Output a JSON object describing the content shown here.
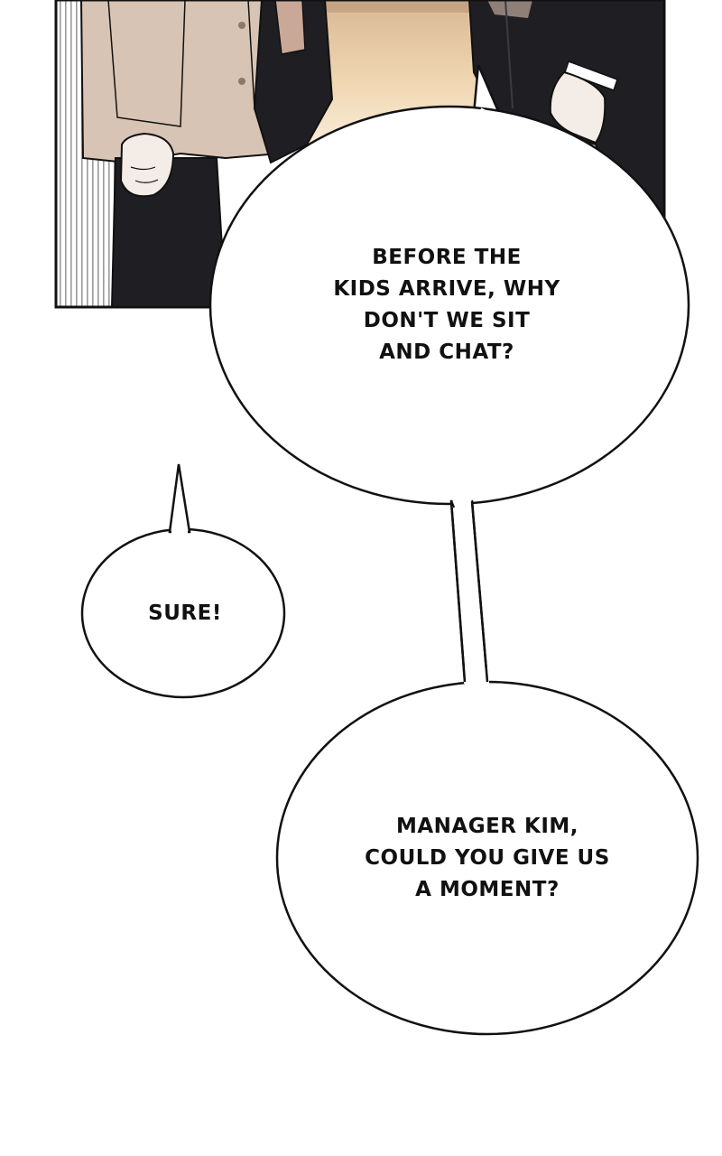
{
  "panel": {
    "description_colors": {
      "background": "#ffffff",
      "outline": "#111111",
      "coat_beige": "#d8c4b4",
      "suit_dark": "#1f1f23",
      "window_warm": "#e9c9a0",
      "skin": "#f4ece6"
    }
  },
  "bubbles": {
    "before": {
      "lines": [
        "BEFORE THE",
        "KIDS ARRIVE, WHY",
        "DON'T WE SIT",
        "AND CHAT?"
      ]
    },
    "sure": {
      "lines": [
        "SURE!"
      ]
    },
    "manager": {
      "lines": [
        "MANAGER KIM,",
        "COULD YOU GIVE US",
        "A MOMENT?"
      ]
    }
  }
}
